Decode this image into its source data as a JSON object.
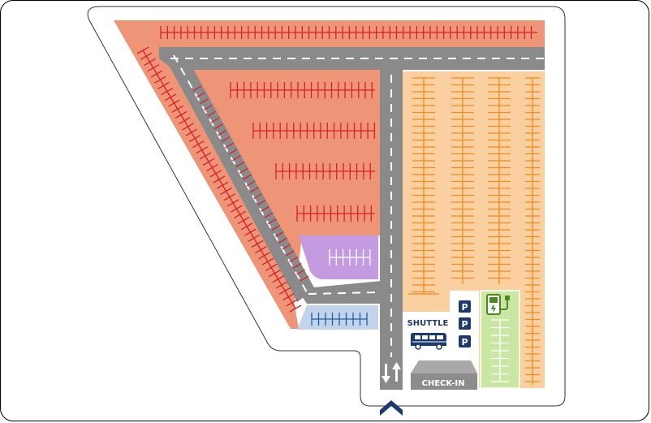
{
  "labels": {
    "shuttle": "SHUTTLE",
    "checkin": "CHECK-IN",
    "parking_letter": "P"
  },
  "colors": {
    "background": "#ffffff",
    "site_outline": "#333333",
    "road": "#8a8a8a",
    "road_marking": "#ffffff",
    "zone_red_fill": "#ee9578",
    "zone_red_stalls": "#d81f2a",
    "zone_orange_fill": "#fbd0a0",
    "zone_orange_stalls": "#f08a1c",
    "zone_purple_fill": "#c49be0",
    "zone_purple_stalls": "#ffffff",
    "zone_blue_fill": "#c3d4ea",
    "zone_blue_stalls": "#1b5fa8",
    "zone_ev_fill": "#c9e6a2",
    "zone_ev_stalls": "#ffffff",
    "ev_icon": "#4a8a1e",
    "brand_navy": "#1c3a6e",
    "checkin_gray": "#8c8c8c"
  },
  "icons": {
    "shuttle": "shuttle-bus-icon",
    "ev": "ev-charging-icon",
    "parking": "parking-sign-icon",
    "entrance": "entrance-chevron-icon",
    "direction": "two-way-arrows-icon"
  }
}
